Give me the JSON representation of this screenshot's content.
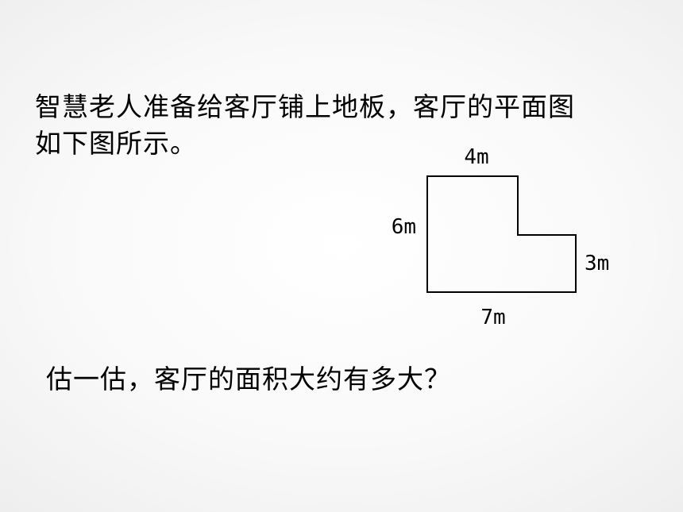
{
  "slide": {
    "intro_line_1": "智慧老人准备给客厅铺上地板，客厅的平面图",
    "intro_line_2": "如下图所示。",
    "question": "估一估，客厅的面积大约有多大？"
  },
  "floor_plan": {
    "top_label": "4m",
    "left_label": "6m",
    "right_label": "3m",
    "bottom_label": "7m",
    "outline_color": "#000000"
  }
}
